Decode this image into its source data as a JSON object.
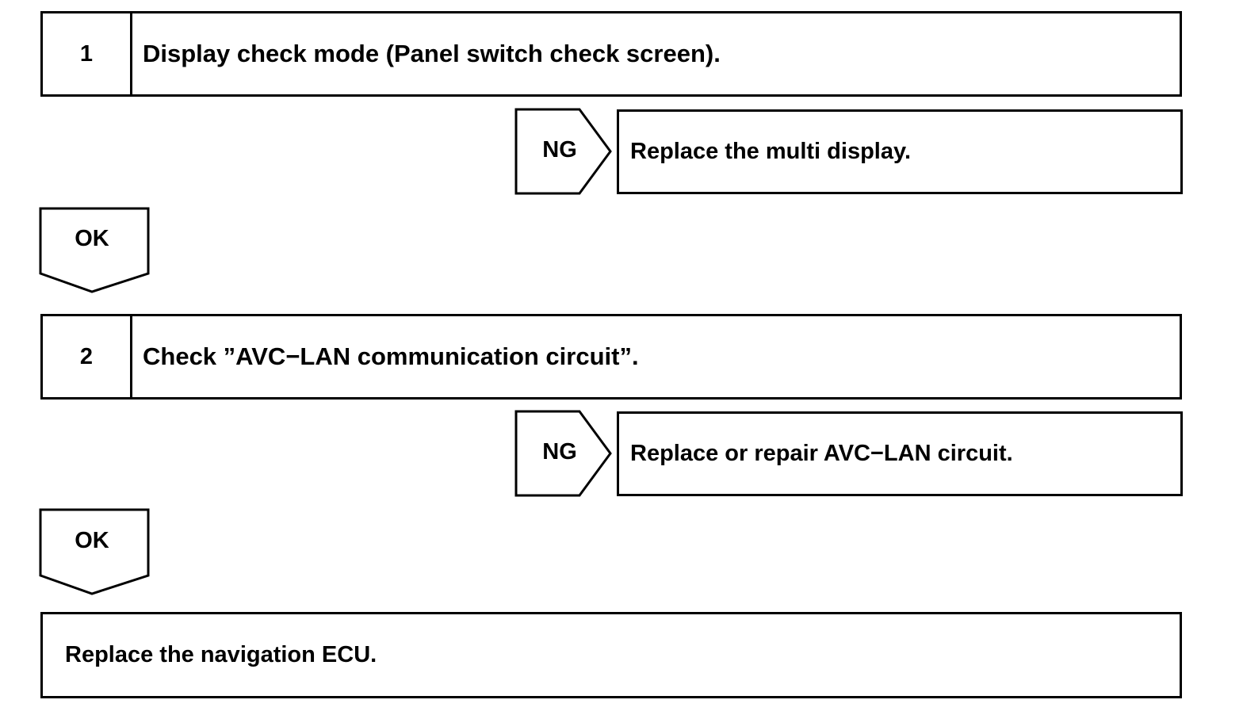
{
  "steps": [
    {
      "number": "1",
      "title": "Display check mode (Panel switch check screen).",
      "ng_label": "NG",
      "ng_action": "Replace the multi display.",
      "ok_label": "OK"
    },
    {
      "number": "2",
      "title": "Check ”AVC−LAN communication circuit”.",
      "ng_label": "NG",
      "ng_action": "Replace or repair AVC−LAN circuit.",
      "ok_label": "OK"
    }
  ],
  "final_action": "Replace the navigation ECU."
}
